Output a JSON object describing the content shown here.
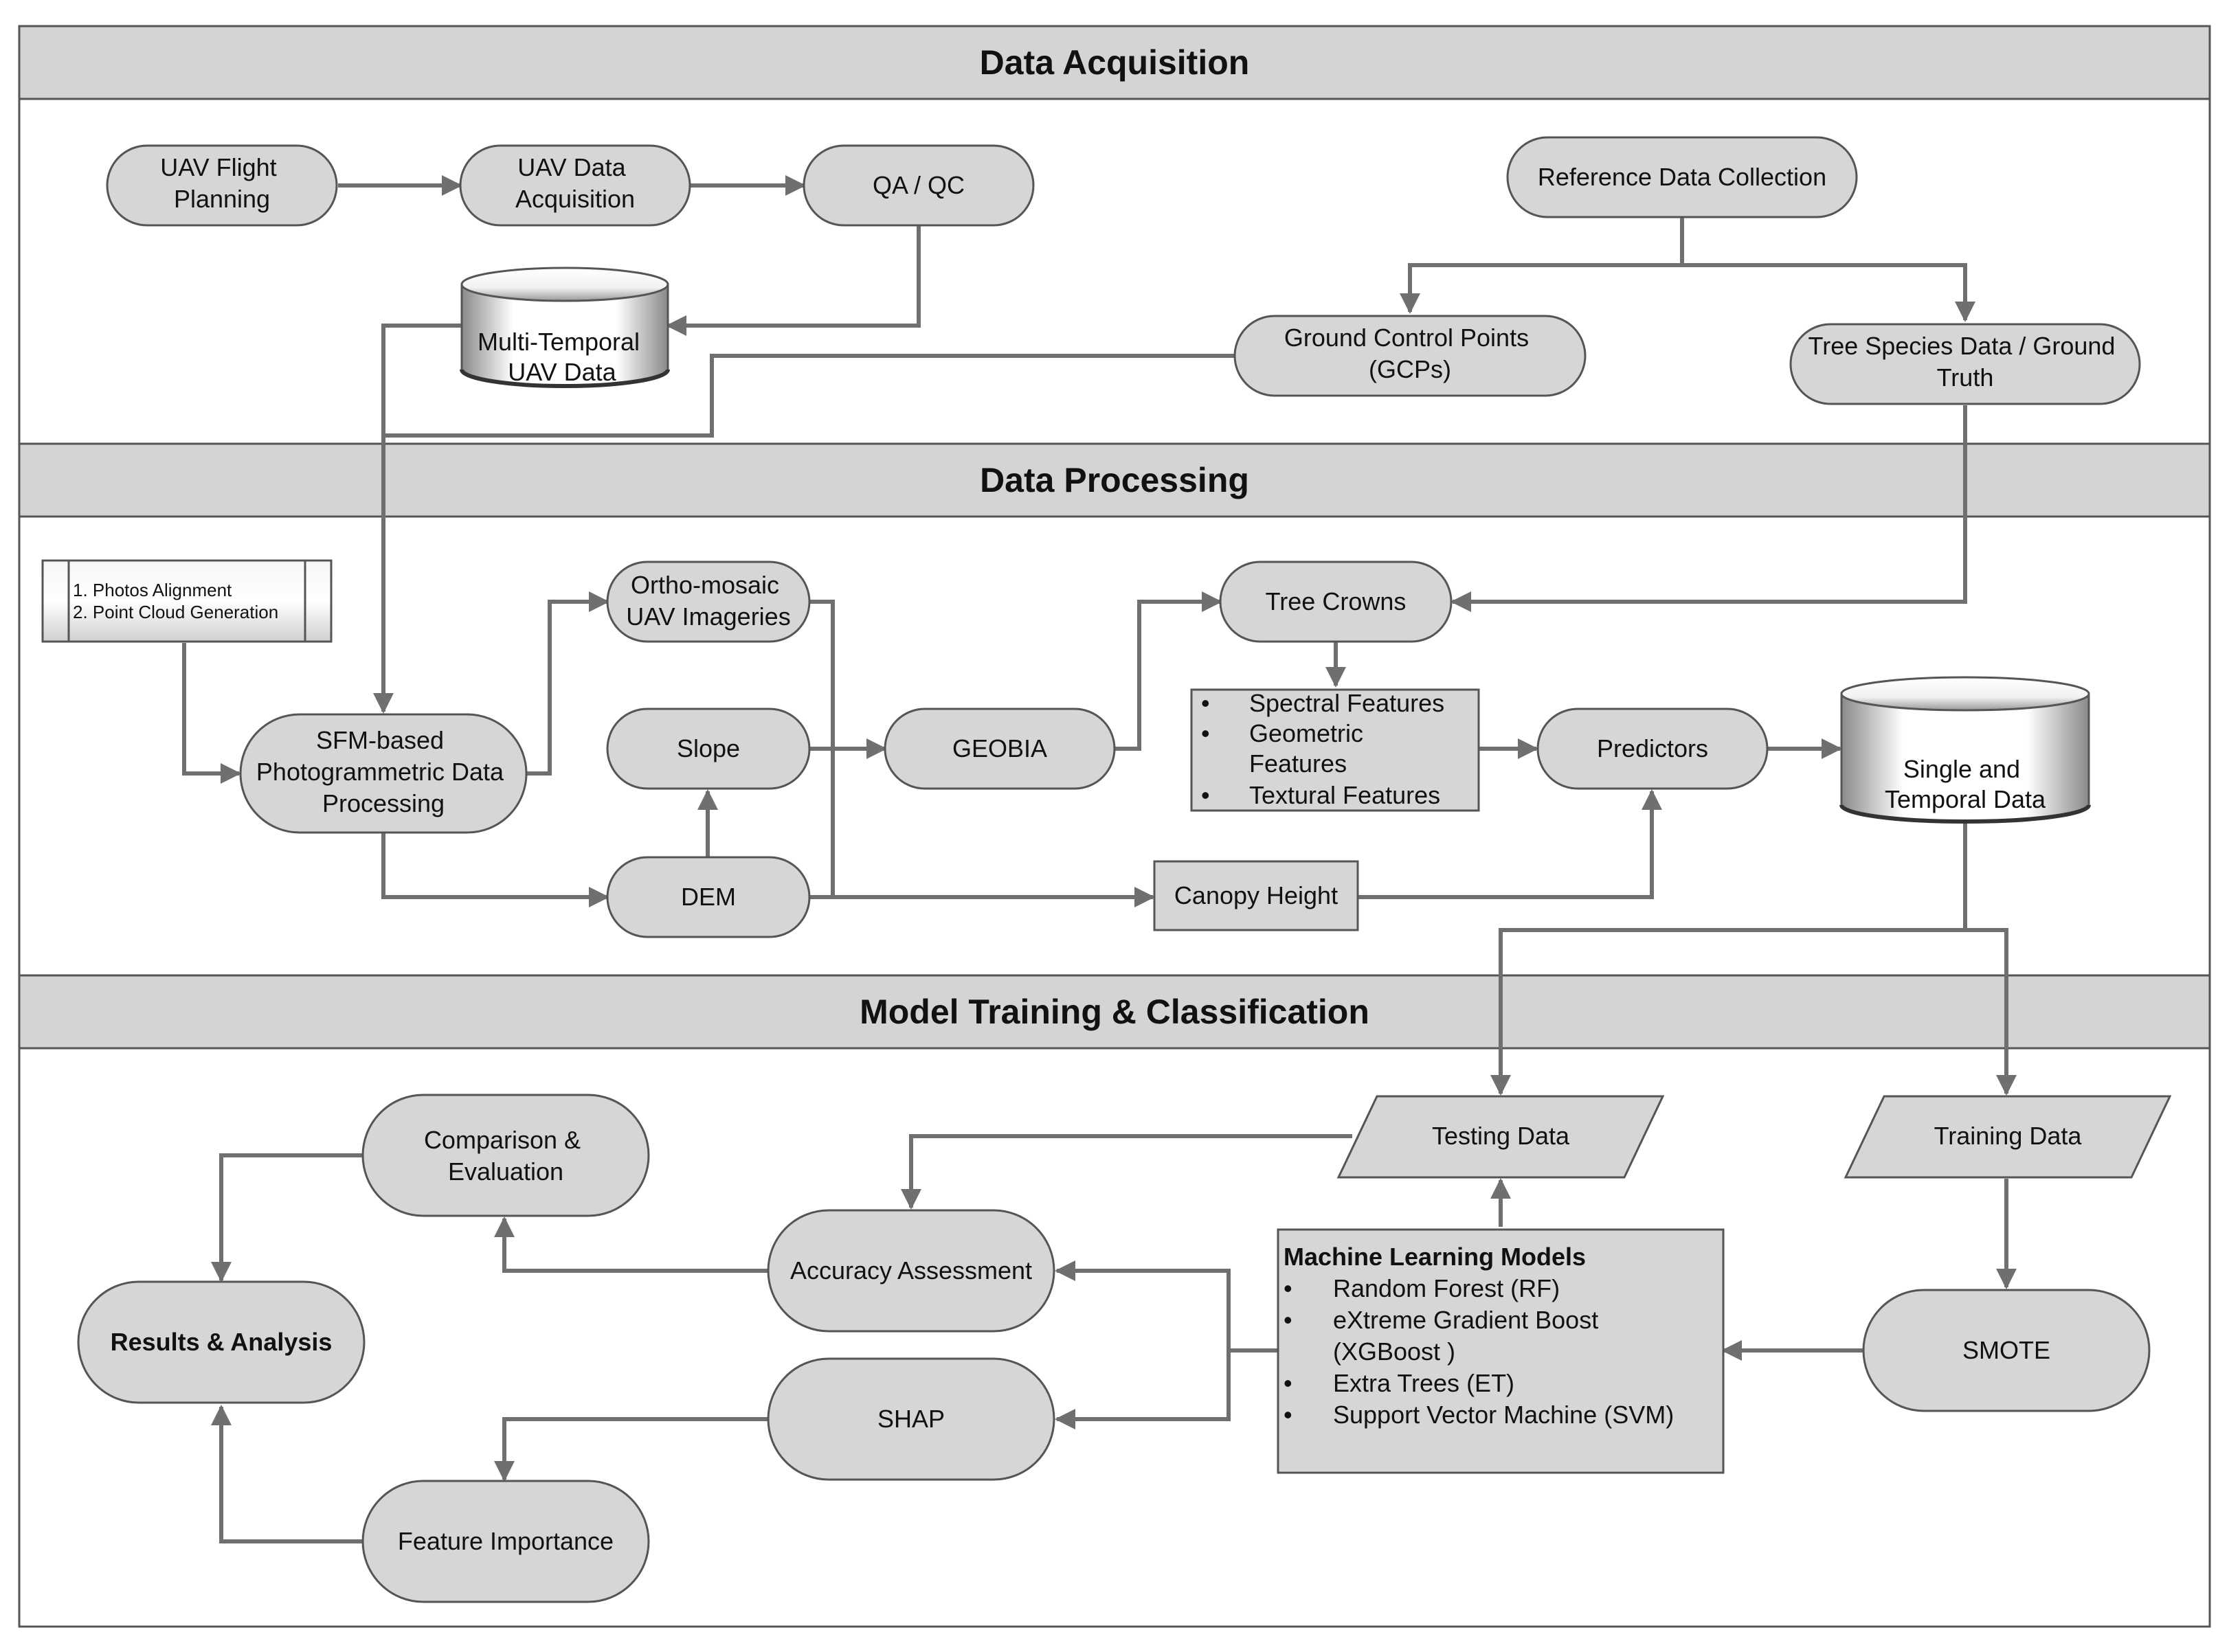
{
  "colors": {
    "node_fill": "#d6d6d6",
    "band_fill": "#d4d4d4",
    "stroke": "#555555",
    "arrow": "#6f6f6f",
    "text": "#111111",
    "background": "#ffffff"
  },
  "sections": {
    "acquisition": "Data Acquisition",
    "processing": "Data Processing",
    "training": "Model Training & Classification"
  },
  "nodes": {
    "uav_flight_planning": [
      "UAV Flight",
      "Planning"
    ],
    "uav_data_acquisition": [
      "UAV Data",
      "Acquisition"
    ],
    "qa_qc": [
      "QA / QC"
    ],
    "multi_temporal": [
      "Multi-Temporal",
      "UAV Data"
    ],
    "reference_data": [
      "Reference Data Collection"
    ],
    "gcps": [
      "Ground Control Points",
      "(GCPs)"
    ],
    "tree_species": [
      "Tree Species Data / Ground",
      "Truth"
    ],
    "photos_steps": [
      "1. Photos Alignment",
      "2. Point Cloud Generation"
    ],
    "sfm": [
      "SFM-based",
      "Photogrammetric Data",
      "Processing"
    ],
    "orthomosaic": [
      "Ortho-mosaic",
      "UAV Imageries"
    ],
    "slope": [
      "Slope"
    ],
    "dem": [
      "DEM"
    ],
    "geobia": [
      "GEOBIA"
    ],
    "tree_crowns": [
      "Tree Crowns"
    ],
    "features": [
      "Spectral Features",
      "Geometric",
      "Features",
      "Textural Features"
    ],
    "predictors": [
      "Predictors"
    ],
    "single_temporal": [
      "Single and",
      "Temporal Data"
    ],
    "canopy_height": [
      "Canopy Height"
    ],
    "testing_data": [
      "Testing Data"
    ],
    "training_data": [
      "Training Data"
    ],
    "smote": [
      "SMOTE"
    ],
    "ml_models": [
      "Machine Learning Models",
      "Random Forest (RF)",
      "eXtreme Gradient Boost",
      "(XGBoost )",
      "Extra Trees (ET)",
      "Support Vector Machine (SVM)"
    ],
    "accuracy": [
      "Accuracy Assessment"
    ],
    "shap": [
      "SHAP"
    ],
    "comparison": [
      "Comparison &",
      "Evaluation"
    ],
    "results": [
      "Results & Analysis"
    ],
    "feature_importance": [
      "Feature Importance"
    ]
  }
}
